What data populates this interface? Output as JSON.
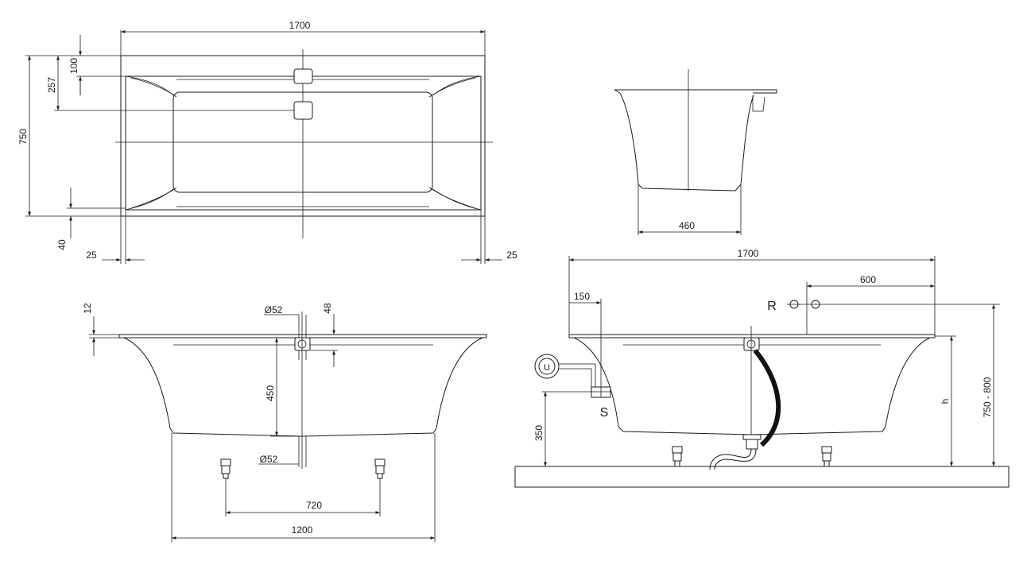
{
  "top_view": {
    "dim_length": "1700",
    "dim_width": "750",
    "dim_257": "257",
    "dim_100": "100",
    "dim_40": "40",
    "dim_25_left": "25",
    "dim_25_right": "25"
  },
  "end_view": {
    "dim_460": "460"
  },
  "front_view": {
    "dim_12": "12",
    "dim_overflow_dia": "Ø52",
    "dim_48": "48",
    "dim_450": "450",
    "dim_waste_dia": "Ø52",
    "dim_720": "720",
    "dim_1200": "1200"
  },
  "install_view": {
    "dim_length": "1700",
    "dim_600": "600",
    "dim_150": "150",
    "label_r": "R",
    "label_s": "S",
    "label_u": "U",
    "dim_350": "350",
    "dim_h": "h",
    "dim_height_range": "750 - 800"
  }
}
